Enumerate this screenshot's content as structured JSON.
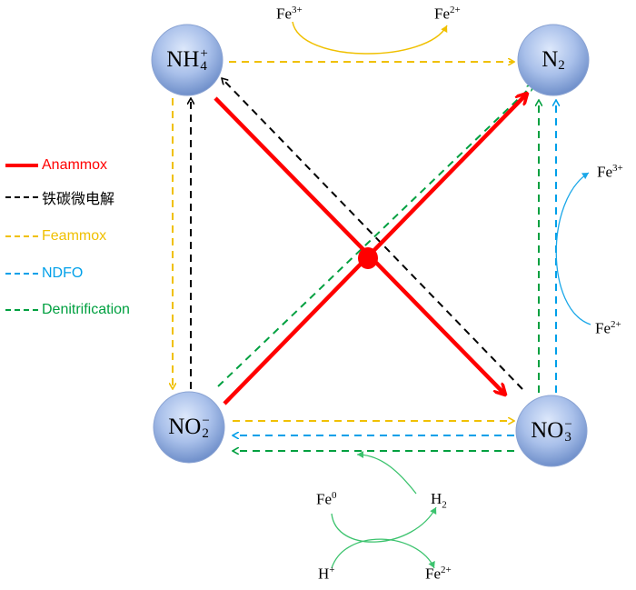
{
  "nodes": {
    "nh4": {
      "base": "NH",
      "sub": "4",
      "sup": "+"
    },
    "n2": {
      "base": "N",
      "sub": "2",
      "sup": ""
    },
    "no2": {
      "base": "NO",
      "sub": "2",
      "sup": "−"
    },
    "no3": {
      "base": "NO",
      "sub": "3",
      "sup": "−"
    }
  },
  "top_cycle": {
    "left": {
      "base": "Fe",
      "sup": "3+"
    },
    "right": {
      "base": "Fe",
      "sup": "2+"
    }
  },
  "right_cycle": {
    "top": {
      "base": "Fe",
      "sup": "3+"
    },
    "bottom": {
      "base": "Fe",
      "sup": "2+"
    }
  },
  "bottom_cycle": {
    "fe0": {
      "base": "Fe",
      "sup": "0"
    },
    "h2": {
      "base": "H",
      "sub": "2"
    },
    "hplus": {
      "base": "H",
      "sup": "+"
    },
    "fe2": {
      "base": "Fe",
      "sup": "2+"
    }
  },
  "legend": [
    {
      "label": "Anammox",
      "color": "#ff0000",
      "style": "solid"
    },
    {
      "label": "铁碳微电解",
      "color": "#000000",
      "style": "dashed"
    },
    {
      "label": "Feammox",
      "color": "#f0c000",
      "style": "dashed"
    },
    {
      "label": "NDFO",
      "color": "#00a0e9",
      "style": "dashed"
    },
    {
      "label": "Denitrification",
      "color": "#00a040",
      "style": "dashed"
    }
  ],
  "colors": {
    "anammox": "#ff0000",
    "fec": "#000000",
    "feammox": "#f0c000",
    "ndfo": "#00a0e9",
    "denit": "#00a040",
    "cycle_green": "#3cc36e",
    "cycle_blue": "#1aa7e8"
  }
}
